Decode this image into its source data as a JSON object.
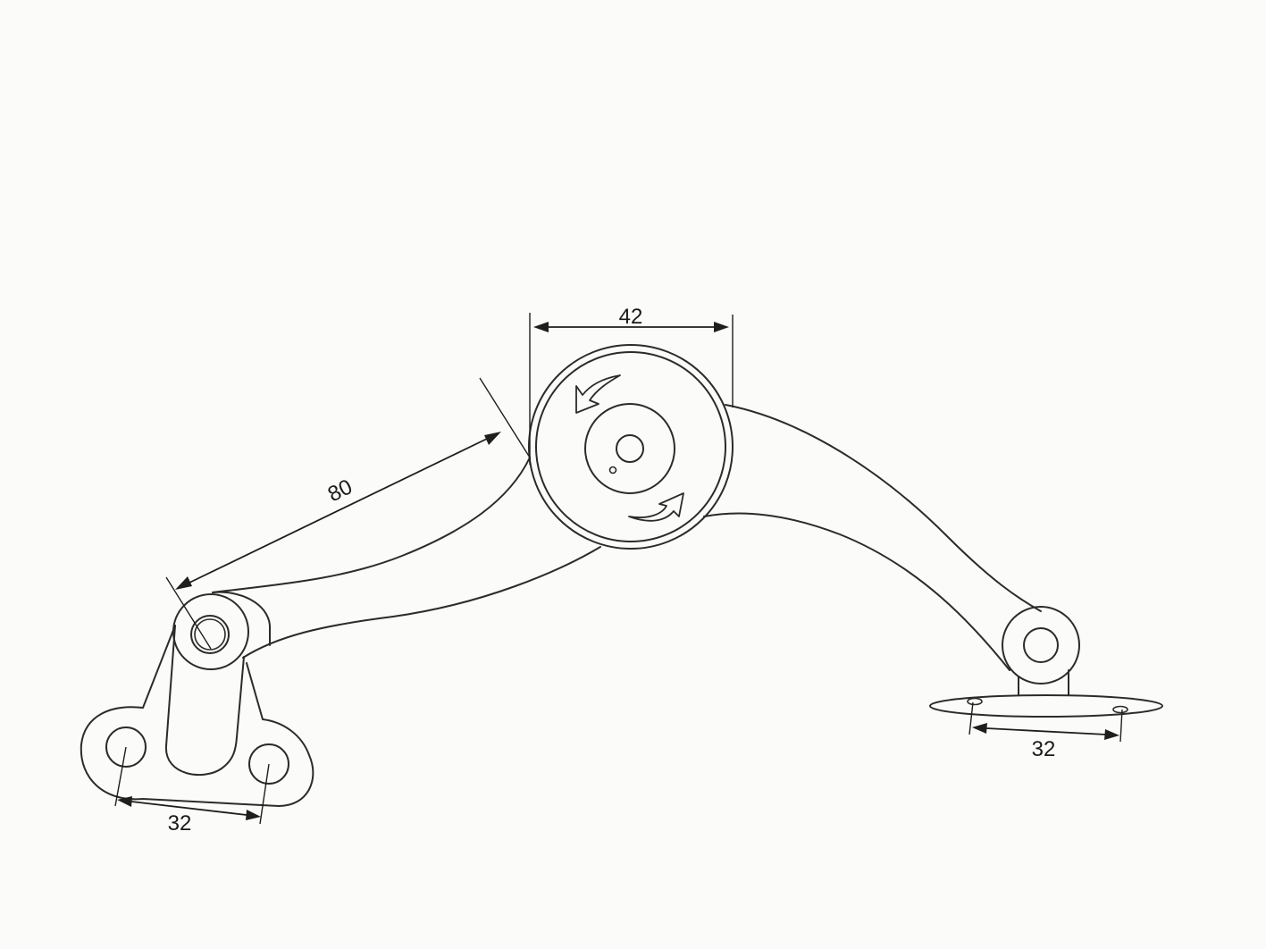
{
  "dimensions": {
    "arm_length": "80",
    "hub_diameter": "42",
    "left_bracket_hole_spacing": "32",
    "right_plate_hole_spacing": "32"
  }
}
